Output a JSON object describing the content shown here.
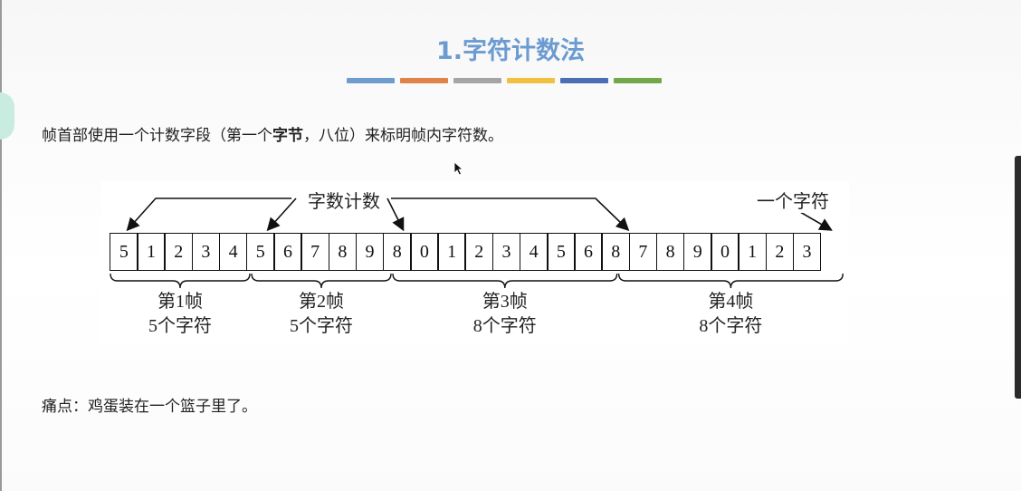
{
  "slide": {
    "title": "1.字符计数法",
    "stripe_colors": [
      "#6e9ccc",
      "#e0834a",
      "#a5a5a5",
      "#f0c040",
      "#4a6fb5",
      "#72a84a"
    ],
    "intro_prefix": "帧首部使用一个计数字段（第一个",
    "intro_bold": "字节",
    "intro_suffix": "，八位）来标明帧内字符数。",
    "pain_point": "痛点：鸡蛋装在一个篮子里了。"
  },
  "diagram": {
    "count_label": "字数计数",
    "char_label": "一个字符",
    "cells": [
      "5",
      "1",
      "2",
      "3",
      "4",
      "5",
      "6",
      "7",
      "8",
      "9",
      "8",
      "0",
      "1",
      "2",
      "3",
      "4",
      "5",
      "6",
      "8",
      "7",
      "8",
      "9",
      "0",
      "1",
      "2",
      "3"
    ],
    "frames": [
      {
        "name": "第1帧",
        "count": "5个字符",
        "start": 0,
        "length": 5
      },
      {
        "name": "第2帧",
        "count": "5个字符",
        "start": 5,
        "length": 5
      },
      {
        "name": "第3帧",
        "count": "8个字符",
        "start": 10,
        "length": 8
      },
      {
        "name": "第4帧",
        "count": "8个字符",
        "start": 18,
        "length": 8
      }
    ]
  }
}
